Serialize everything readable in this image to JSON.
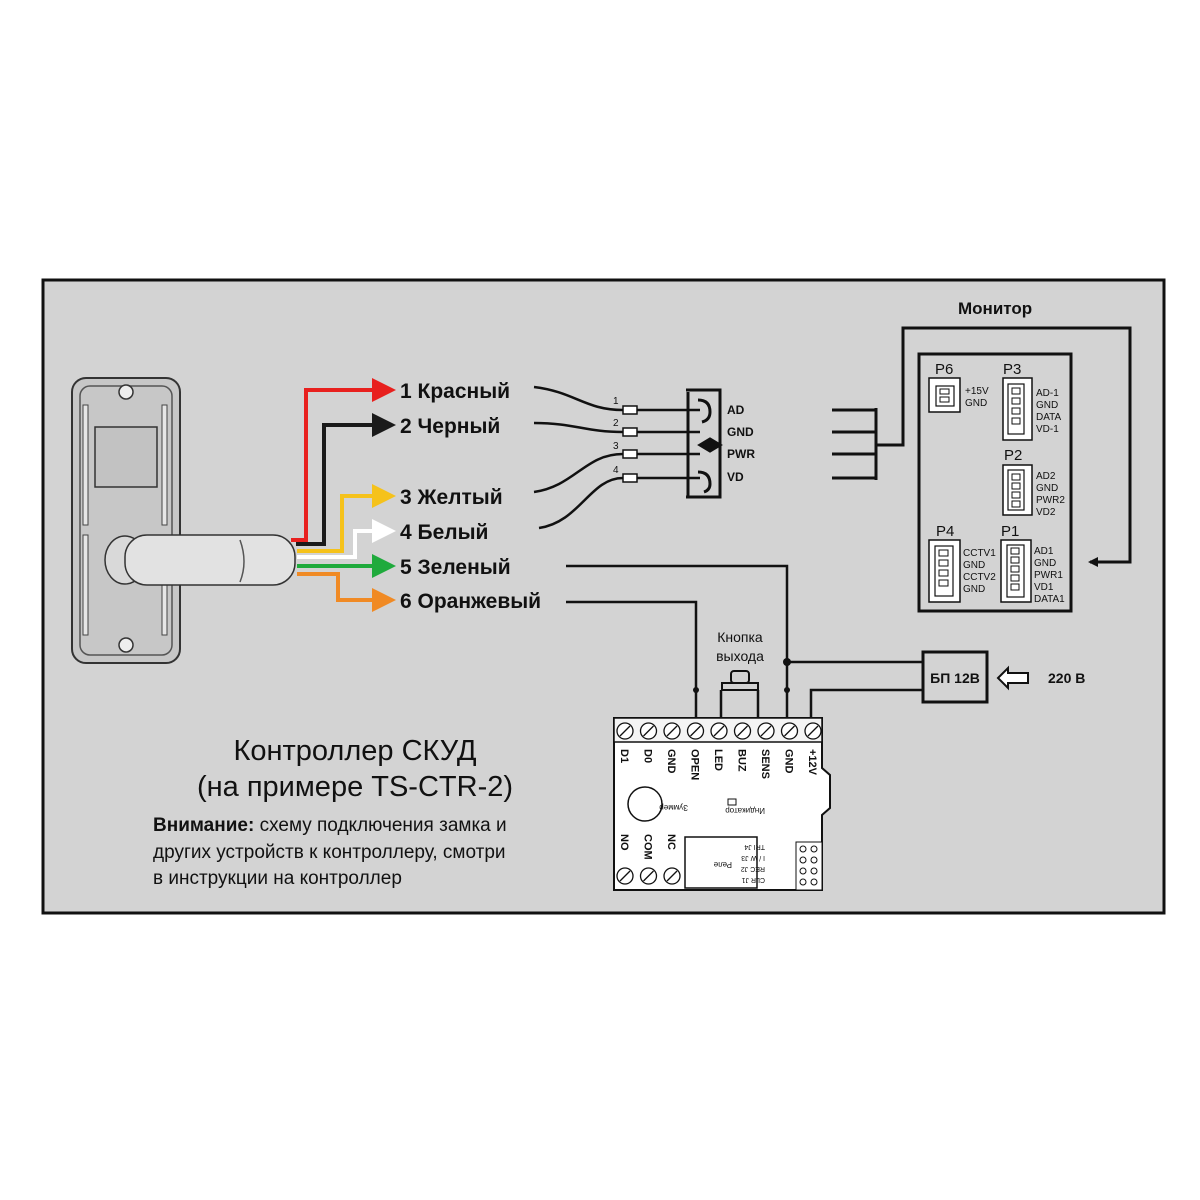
{
  "wires": [
    {
      "label": "1 Красный",
      "color": "#e8201e"
    },
    {
      "label": "2 Черный",
      "color": "#1a1a1a"
    },
    {
      "label": "3 Желтый",
      "color": "#f5c21b"
    },
    {
      "label": "4 Белый",
      "color": "#ffffff"
    },
    {
      "label": "5 Зеленый",
      "color": "#1faa3c"
    },
    {
      "label": "6 Оранжевый",
      "color": "#f08a24"
    }
  ],
  "connector": {
    "pin_numbers": [
      "1",
      "2",
      "3",
      "4"
    ],
    "pins": [
      "AD",
      "GND",
      "PWR",
      "VD"
    ]
  },
  "monitor": {
    "title": "Монитор",
    "p6": {
      "name": "P6",
      "pins": [
        "+15V",
        "GND"
      ]
    },
    "p3": {
      "name": "P3",
      "pins": [
        "AD-1",
        "GND",
        "DATA",
        "VD-1"
      ]
    },
    "p2": {
      "name": "P2",
      "pins": [
        "AD2",
        "GND",
        "PWR2",
        "VD2"
      ]
    },
    "p4": {
      "name": "P4",
      "pins": [
        "CCTV1",
        "GND",
        "CCTV2",
        "GND"
      ]
    },
    "p1": {
      "name": "P1",
      "pins": [
        "AD1",
        "GND",
        "PWR1",
        "VD1",
        "DATA1"
      ]
    }
  },
  "exit_button": {
    "line1": "Кнопка",
    "line2": "выхода"
  },
  "power_supply": {
    "label": "БП 12В",
    "input": "220 В"
  },
  "controller": {
    "terminals": [
      "D1",
      "D0",
      "GND",
      "OPEN",
      "LED",
      "BUZ",
      "SENS",
      "GND",
      "+12V"
    ],
    "bottom_terminals": [
      "NO",
      "COM",
      "NC"
    ],
    "buzzer": "Зуммер",
    "indicator": "Индикатор",
    "relay": "Реле",
    "jumpers": [
      "TRI J4",
      "I / W J3",
      "REC J2",
      "CLR J1"
    ]
  },
  "caption": {
    "title": "Контроллер СКУД",
    "subtitle": "(на примере TS-CTR-2)",
    "note_bold": "Внимание:",
    "note_line1": " схему подключения замка и",
    "note_line2": "других устройств к контроллеру, смотри",
    "note_line3": "в инструкции на контроллер"
  },
  "colors": {
    "panel": "#d3d3d3",
    "line": "#111111"
  }
}
